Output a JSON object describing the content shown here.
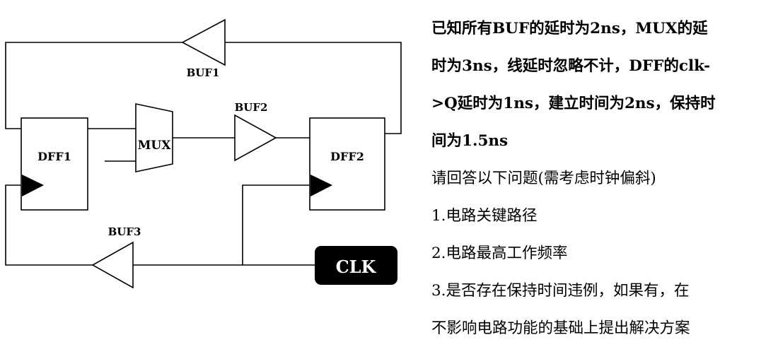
{
  "diagram": {
    "labels": {
      "buf1": "BUF1",
      "buf2": "BUF2",
      "buf3": "BUF3",
      "mux": "MUX",
      "dff1": "DFF1",
      "dff2": "DFF2",
      "clk": "CLK"
    }
  },
  "problem": {
    "given_lines": [
      "已知所有BUF的延时为2ns，MUX的延",
      "时为3ns，线延时忽略不计，DFF的clk-",
      ">Q延时为1ns，建立时间为2ns，保持时",
      "间为1.5ns"
    ],
    "prompt": "请回答以下问题(需考虑时钟偏斜)",
    "questions": [
      "1.电路关键路径",
      "2.电路最高工作频率",
      "3.是否存在保持时间违例，如果有，在",
      "不影响电路功能的基础上提出解决方案"
    ]
  }
}
